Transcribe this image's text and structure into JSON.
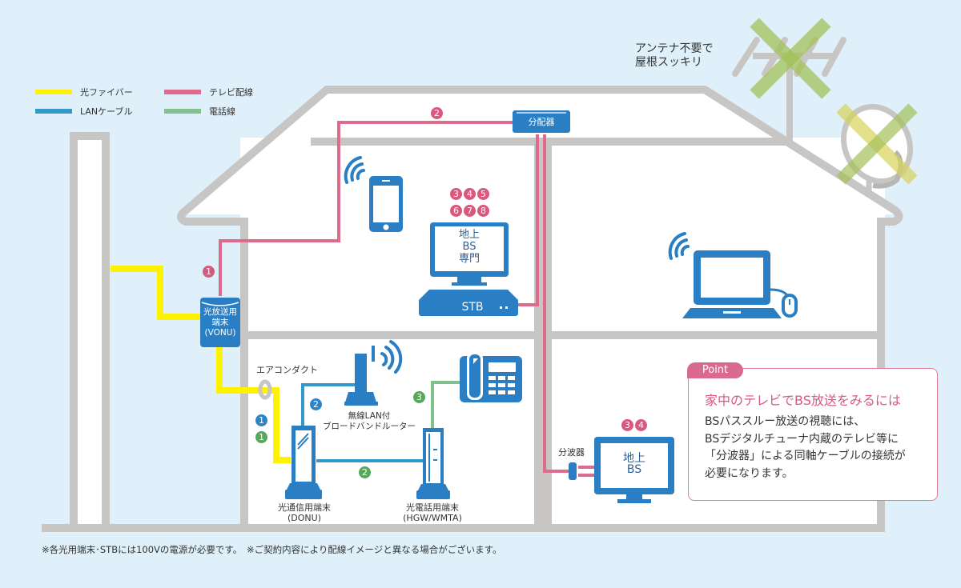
{
  "colors": {
    "background": "#dff0fa",
    "wall": "#c8c6c4",
    "fiber": "#fff200",
    "lan": "#3399cc",
    "tv": "#de6b8c",
    "phone": "#82c08e",
    "device": "#2a7ec4",
    "point_accent": "#d9587e",
    "cross_green": "#a4c25a",
    "cross_yellow": "#d6d35a"
  },
  "legend": {
    "items": [
      {
        "label": "光ファイバー",
        "line": "fiber"
      },
      {
        "label": "テレビ配線",
        "line": "tv"
      },
      {
        "label": "LANケーブル",
        "line": "lan"
      },
      {
        "label": "電話線",
        "line": "phone"
      }
    ]
  },
  "antenna_note": {
    "line1": "アンテナ不要で",
    "line2": "屋根スッキリ"
  },
  "devices": {
    "vonu": {
      "line1": "光放送用",
      "line2": "端末",
      "line3": "(VONU)"
    },
    "splitter_distributor": {
      "label": "分配器"
    },
    "stb_tv": {
      "screen_line1": "地上",
      "screen_line2": "BS",
      "screen_line3": "専門",
      "stb_label": "STB",
      "badges": [
        "3",
        "4",
        "5",
        "6",
        "7",
        "8"
      ]
    },
    "air_duct": {
      "label": "エアコンダクト"
    },
    "router": {
      "line1": "無線LAN付",
      "line2": "ブロードバンドルーター"
    },
    "donu": {
      "line1": "光通信用端末",
      "line2": "(DONU)"
    },
    "hgw": {
      "line1": "光電話用端末",
      "line2": "(HGW/WMTA)"
    },
    "wave_splitter": {
      "label": "分波器"
    },
    "bs_tv": {
      "screen_line1": "地上",
      "screen_line2": "BS",
      "badges": [
        "3",
        "4"
      ]
    },
    "smartphone": {
      "icon": "smartphone-icon"
    },
    "laptop": {
      "icon": "laptop-icon"
    },
    "telephone": {
      "icon": "telephone-icon"
    }
  },
  "badges": {
    "vonu_tv": "1",
    "tv_main": "2",
    "lan_fiber_blue": "1",
    "lan_fiber_green": "1",
    "lan_router": "2",
    "lan_hgw": "2",
    "phone_line": "3"
  },
  "point": {
    "tag": "Point",
    "title": "家中のテレビでBS放送をみるには",
    "body": [
      "BSパススルー放送の視聴には、",
      "BSデジタルチューナ内蔵のテレビ等に",
      "「分波器」による同軸ケーブルの接続が",
      "必要になります。"
    ]
  },
  "footer": {
    "note": "※各光用端末･STBには100Vの電源が必要です。　※ご契約内容により配線イメージと異なる場合がございます。"
  }
}
